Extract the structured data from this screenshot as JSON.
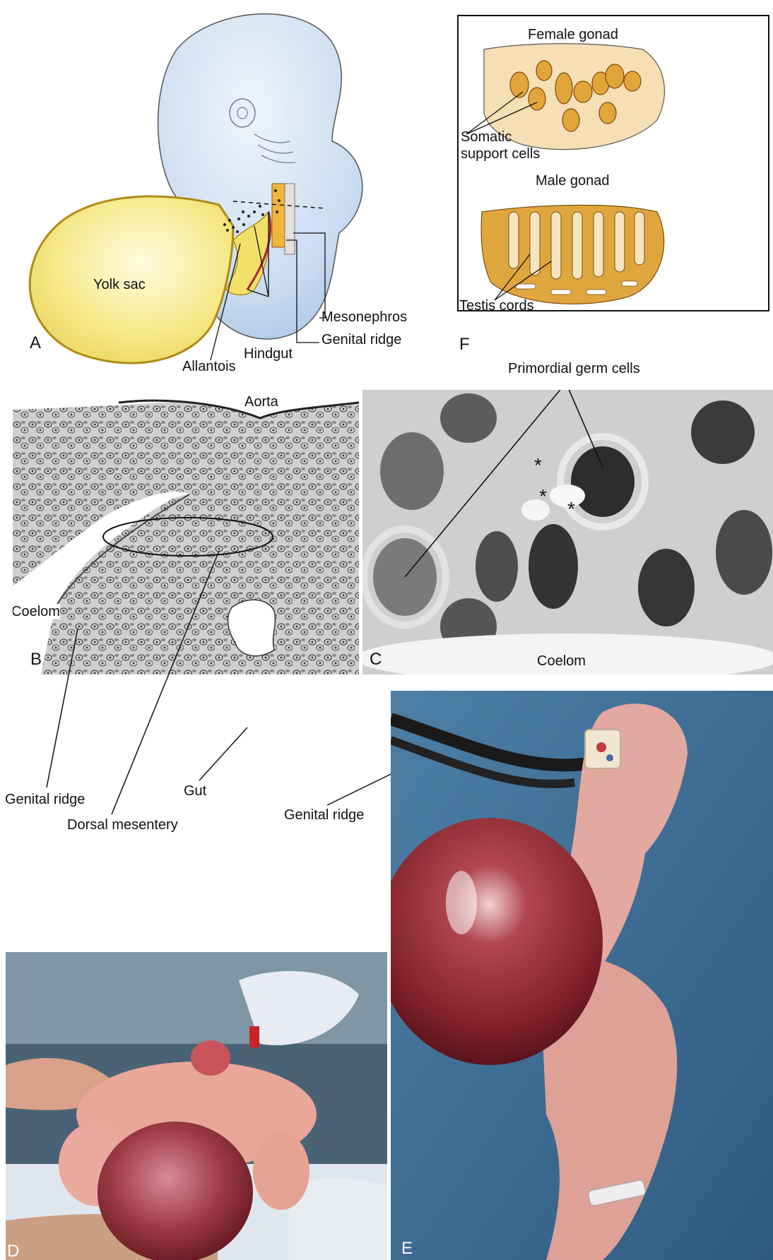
{
  "panels": {
    "a": {
      "letter": "A",
      "labels": {
        "yolk_sac": "Yolk sac",
        "mesonephros": "Mesonephros",
        "genital_ridge": "Genital ridge",
        "hindgut": "Hindgut",
        "allantois": "Allantois"
      }
    },
    "f": {
      "letter": "F",
      "labels": {
        "female_gonad": "Female gonad",
        "somatic_support_cells_line1": "Somatic",
        "somatic_support_cells_line2": "support cells",
        "male_gonad": "Male gonad",
        "testis_cords": "Testis cords"
      }
    },
    "b": {
      "letter": "B",
      "labels": {
        "aorta": "Aorta",
        "coelom": "Coelom",
        "genital_ridge": "Genital ridge",
        "gut": "Gut",
        "dorsal_mesentery": "Dorsal mesentery"
      }
    },
    "c": {
      "letter": "C",
      "labels": {
        "primordial_germ_cells": "Primordial germ cells",
        "asterisk": "*",
        "coelom": "Coelom",
        "genital_ridge": "Genital ridge"
      }
    },
    "d": {
      "letter": "D"
    },
    "e": {
      "letter": "E"
    }
  },
  "colors": {
    "embryo_blue": "#cfe0f3",
    "yolk_yellow": "#f7ec9a",
    "gonad_orange": "#e8a33a",
    "histology_gray": "#9a9a9a",
    "photo_blue_drape": "#5f8fb3",
    "skin_pink": "#e7a39a",
    "tumor_red": "#8e2b2e"
  }
}
